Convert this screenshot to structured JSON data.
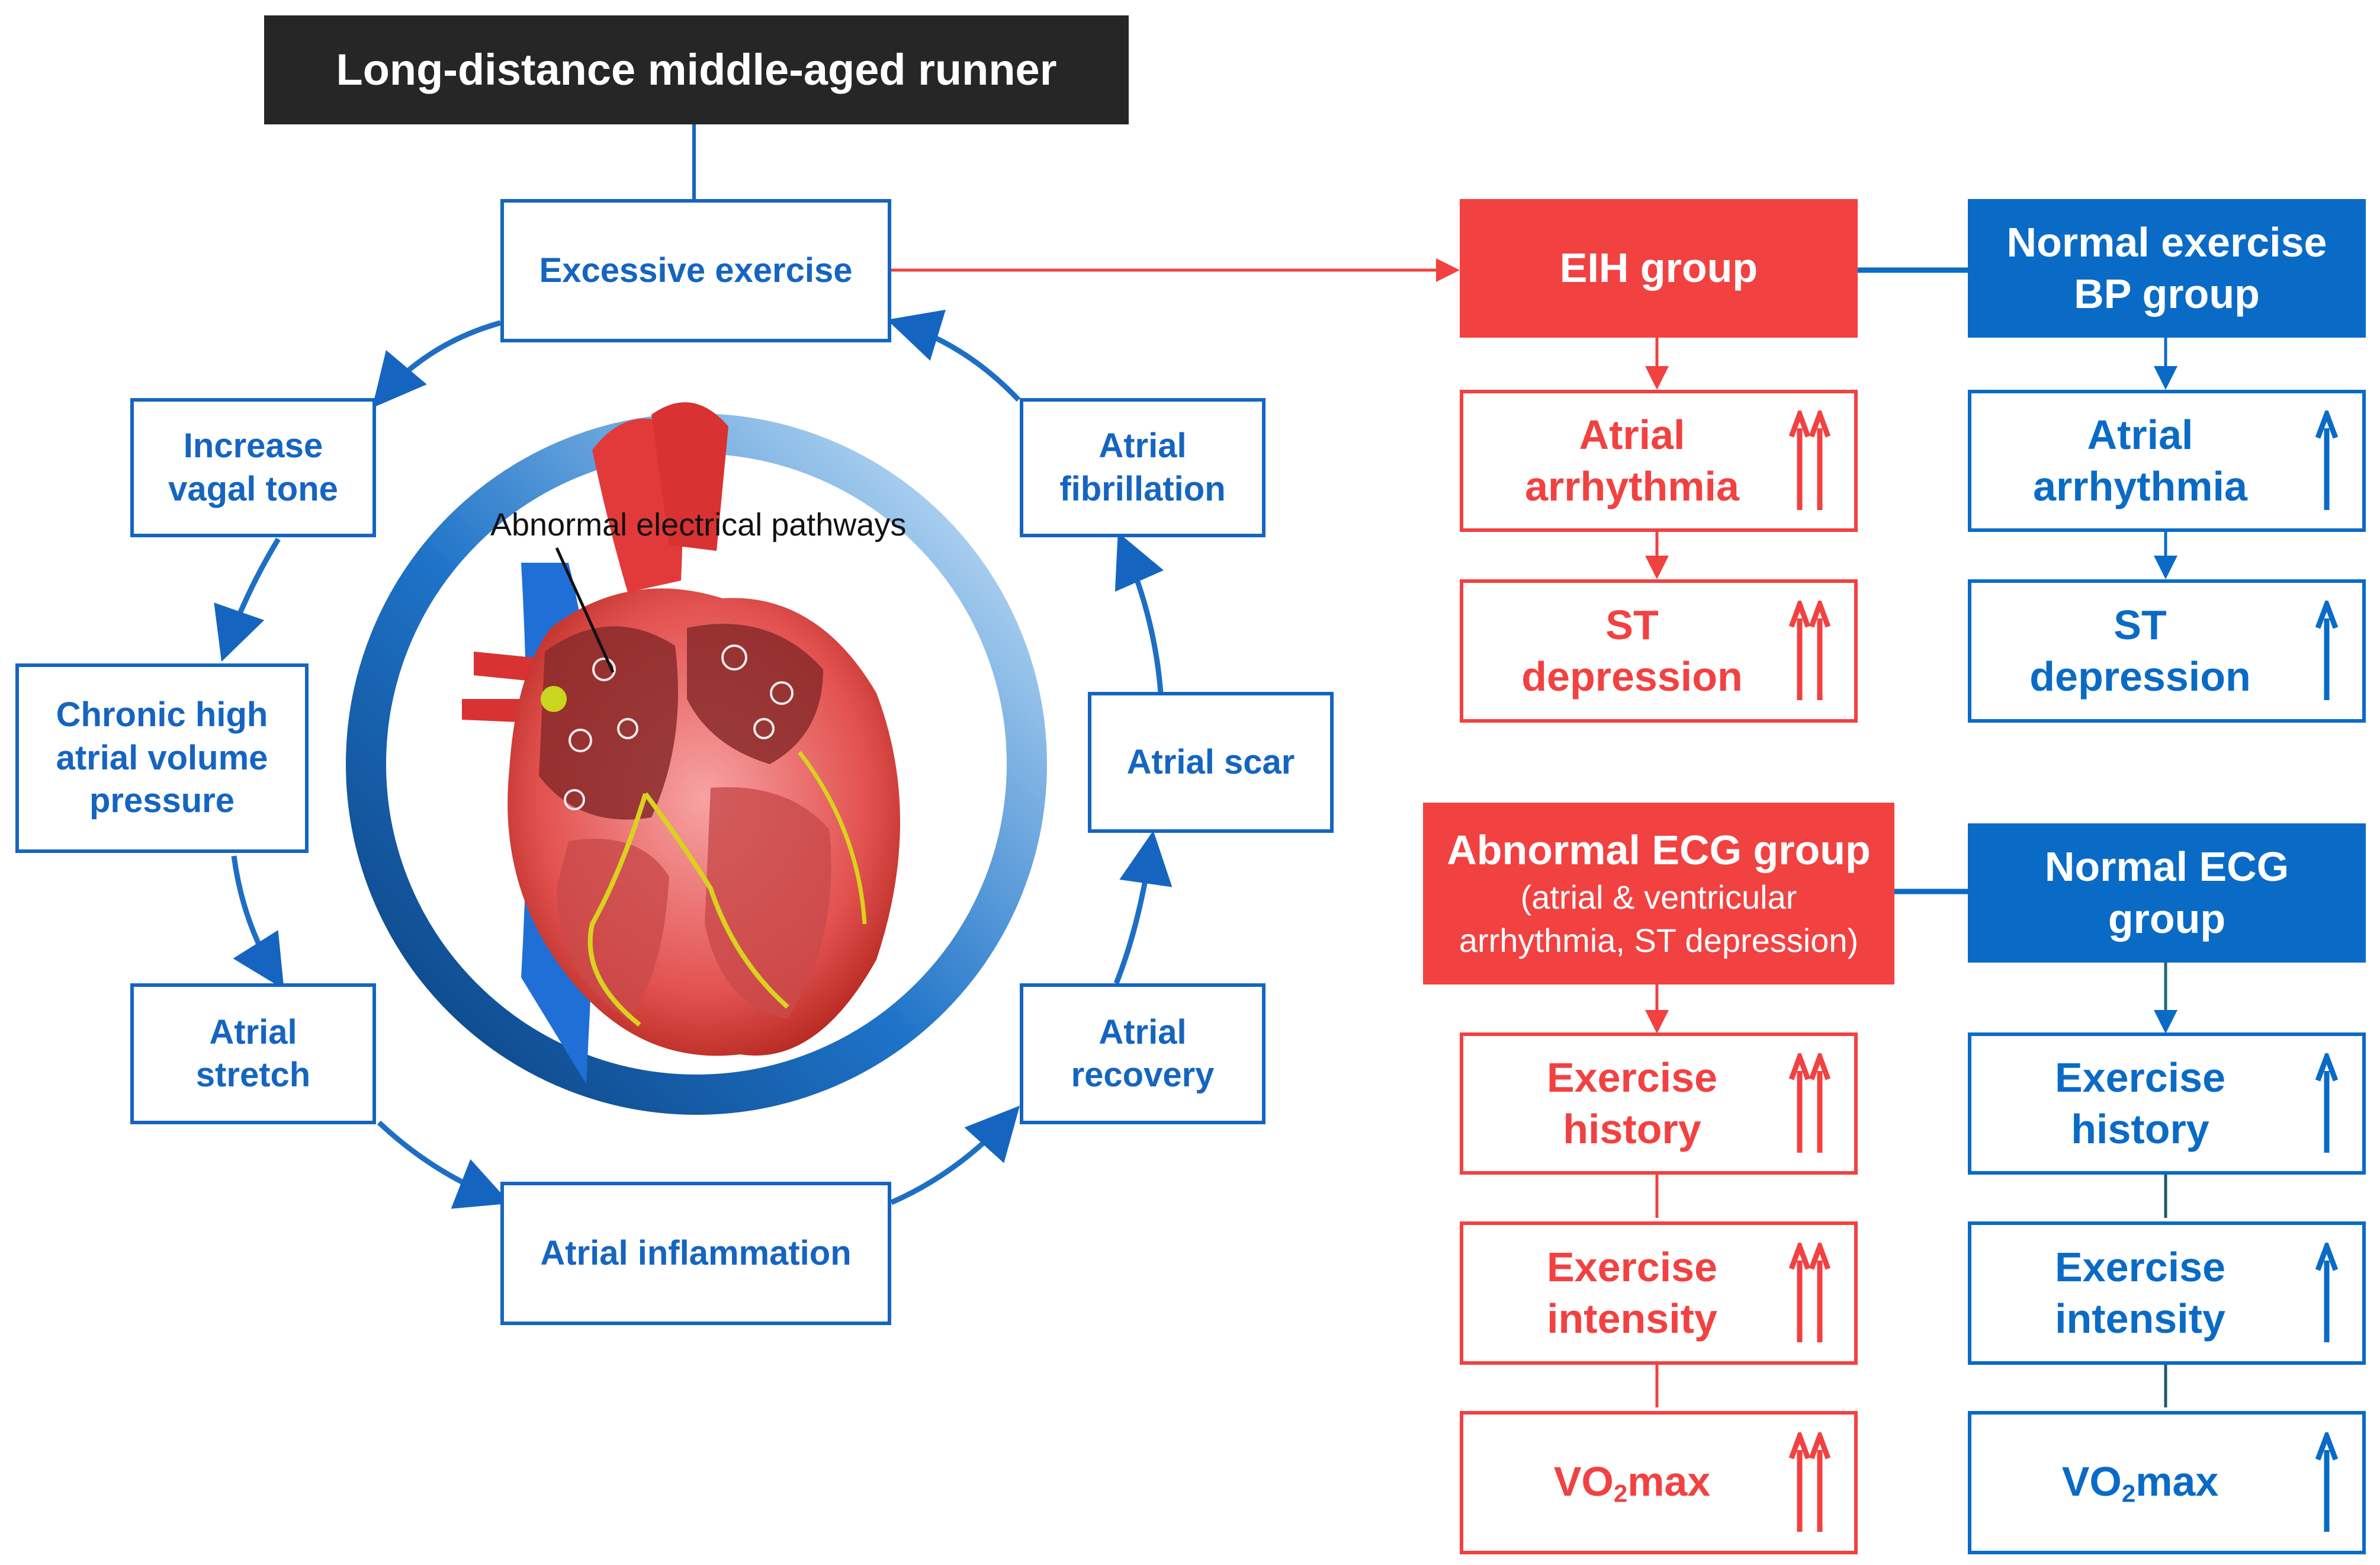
{
  "title": "Long-distance middle-aged runner",
  "cycle": {
    "excessive_exercise": "Excessive exercise",
    "vagal": [
      "Increase",
      "vagal tone"
    ],
    "chronic": [
      "Chronic high",
      "atrial volume",
      "pressure"
    ],
    "stretch": [
      "Atrial",
      "stretch"
    ],
    "inflammation": "Atrial inflammation",
    "recovery": [
      "Atrial",
      "recovery"
    ],
    "scar": "Atrial scar",
    "fibrillation": [
      "Atrial",
      "fibrillation"
    ]
  },
  "heart_label": "Abnormal electrical pathways",
  "eih": {
    "header": "EIH group",
    "arrhythmia": [
      "Atrial",
      "arrhythmia"
    ],
    "st": [
      "ST",
      "depression"
    ]
  },
  "normal_bp": {
    "header": [
      "Normal exercise",
      "BP group"
    ],
    "arrhythmia": [
      "Atrial",
      "arrhythmia"
    ],
    "st": [
      "ST",
      "depression"
    ]
  },
  "abnormal_ecg": {
    "header": "Abnormal ECG group",
    "subheader": [
      "(atrial & ventricular",
      "arrhythmia, ST depression)"
    ],
    "history": [
      "Exercise",
      "history"
    ],
    "intensity": [
      "Exercise",
      "intensity"
    ],
    "vo2_prefix": "VO",
    "vo2_sub": "2",
    "vo2_suffix": "max"
  },
  "normal_ecg": {
    "header": [
      "Normal ECG",
      "group"
    ],
    "history": [
      "Exercise",
      "history"
    ],
    "intensity": [
      "Exercise",
      "intensity"
    ],
    "vo2_prefix": "VO",
    "vo2_sub": "2",
    "vo2_suffix": "max"
  },
  "colors": {
    "red": "#f24141",
    "blue": "#0a6bc6",
    "dark": "#262626"
  },
  "icons": {
    "double_up": "double-up-arrow-icon",
    "single_up": "single-up-arrow-icon"
  }
}
